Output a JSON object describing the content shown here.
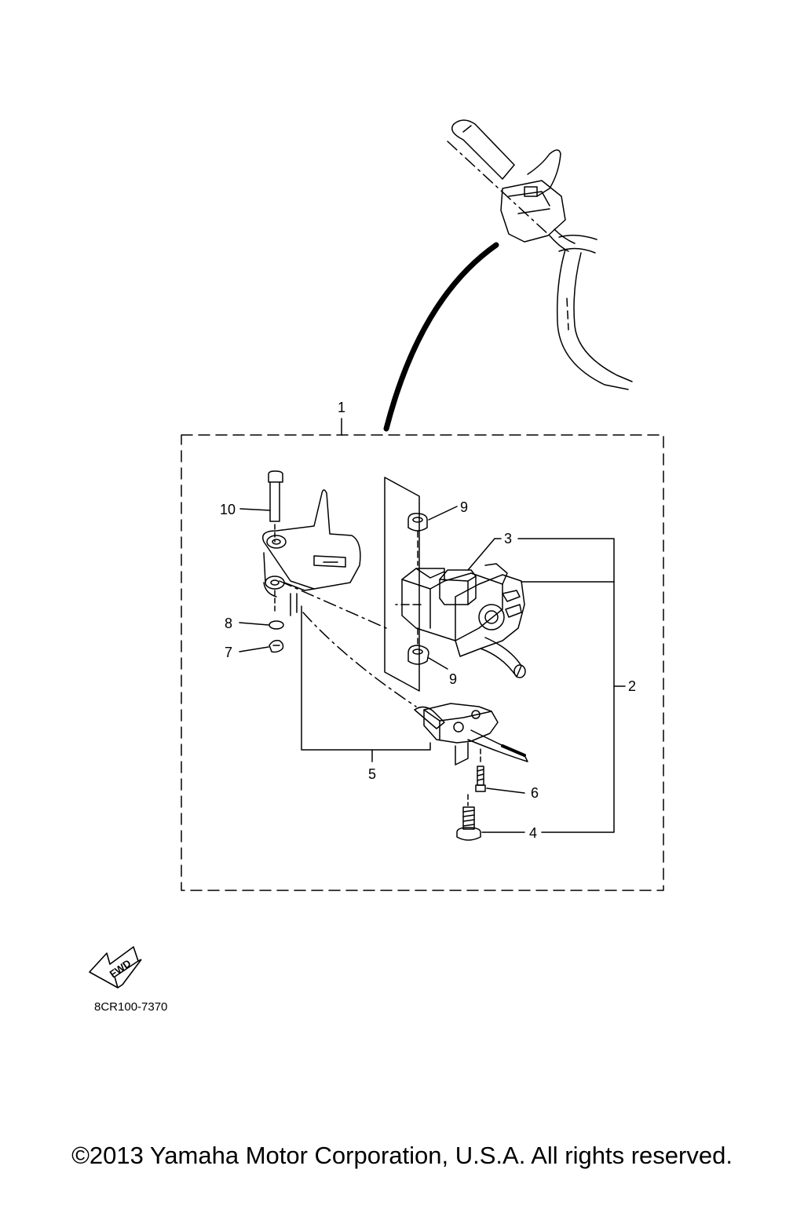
{
  "callouts": {
    "c1": "1",
    "c2": "2",
    "c3": "3",
    "c4": "4",
    "c5": "5",
    "c6": "6",
    "c7": "7",
    "c8": "8",
    "c9a": "9",
    "c9b": "9",
    "c10": "10"
  },
  "fwd_label": "FWD",
  "diagram_code": "8CR100-7370",
  "copyright": "©2013 Yamaha Motor Corporation, U.S.A. All rights reserved."
}
